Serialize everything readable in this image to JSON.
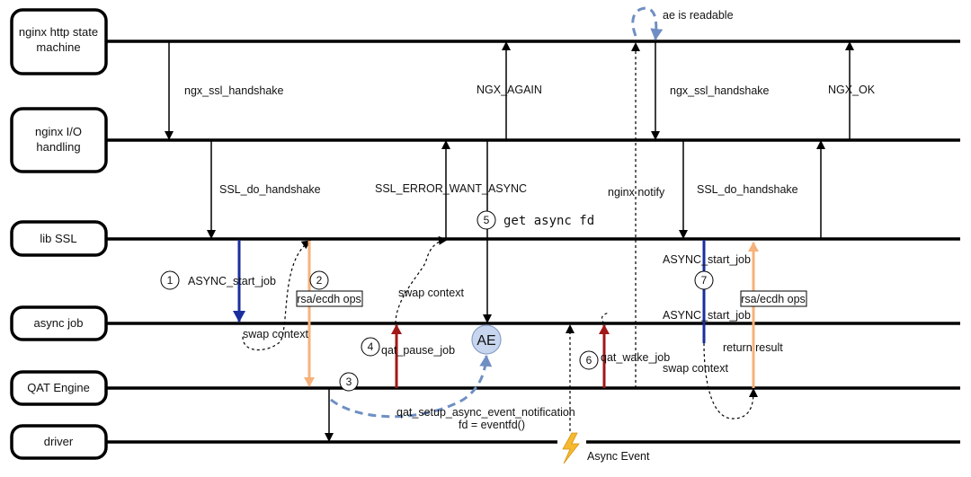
{
  "lanes": {
    "http_state_machine": [
      "nginx http state",
      "machine"
    ],
    "io_handling": [
      "nginx I/O",
      "handling"
    ],
    "lib_ssl": "lib SSL",
    "async_job": "async job",
    "qat_engine": "QAT Engine",
    "driver": "driver"
  },
  "labels": {
    "ngx_ssl_handshake_1": "ngx_ssl_handshake",
    "ngx_again": "NGX_AGAIN",
    "ae_readable": "ae is readable",
    "ngx_ssl_handshake_2": "ngx_ssl_handshake",
    "ngx_ok": "NGX_OK",
    "ssl_do_handshake_1": "SSL_do_handshake",
    "ssl_error_want_async": "SSL_ERROR_WANT_ASYNC",
    "nginx_notify": "nginx notify",
    "ssl_do_handshake_2": "SSL_do_handshake",
    "get_async_fd": "get async fd",
    "async_start_job_1": "ASYNC_start_job",
    "rsa_ecdh_1": "rsa/ecdh ops",
    "swap_context_1": "swap context",
    "swap_context_2": "swap context",
    "async_start_job_2": "ASYNC_start_job",
    "async_start_job_3": "ASYNC_start_job",
    "rsa_ecdh_2": "rsa/ecdh ops",
    "return_result": "return result",
    "swap_context_3": "swap context",
    "qat_pause_job": "qat_pause_job",
    "ae": "AE",
    "qat_wake_job": "qat_wake_job",
    "qat_setup": "qat_setup_async_event_notification",
    "fd_eventfd": "fd = eventfd()",
    "async_event": "Async Event"
  },
  "steps": [
    "1",
    "2",
    "3",
    "4",
    "5",
    "6",
    "7"
  ],
  "colors": {
    "line": "#000000",
    "blue_arrow": "#1a2f9e",
    "orange_arrow": "#f6b27a",
    "red_arrow": "#a01818",
    "dashed_blue": "#6f8fc4",
    "ae_fill": "#c7d6ee",
    "lightning": "#f5b82e"
  }
}
